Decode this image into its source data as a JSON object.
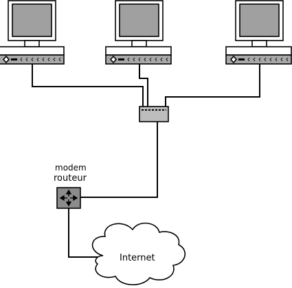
{
  "labels": {
    "modem": "modem",
    "router": "routeur",
    "internet": "Internet"
  },
  "nodes": [
    {
      "name": "computer-1",
      "icon": "desktop-computer-icon"
    },
    {
      "name": "computer-2",
      "icon": "desktop-computer-icon"
    },
    {
      "name": "computer-3",
      "icon": "desktop-computer-icon"
    },
    {
      "name": "network-switch",
      "icon": "switch-icon"
    },
    {
      "name": "modem-router",
      "icon": "router-icon"
    },
    {
      "name": "internet-cloud",
      "icon": "cloud-icon"
    }
  ],
  "colors": {
    "screen_gray": "#a0a0a0",
    "device_gray": "#a8a8a8",
    "switch_gray": "#bdbdbd",
    "router_gray": "#8c8c8c",
    "line": "#000000",
    "background": "#ffffff"
  }
}
